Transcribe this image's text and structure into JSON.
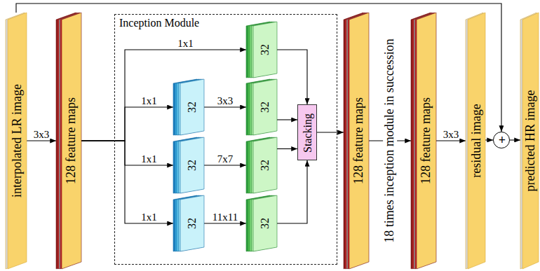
{
  "diagram": {
    "nodes": [
      {
        "text": [
          "interpolated LR image"
        ]
      },
      {
        "text": [
          "128 feature maps"
        ]
      },
      {
        "text": [
          "Inception Module"
        ]
      },
      {
        "text": [
          "32"
        ],
        "in": 2
      },
      {
        "text": [
          "32"
        ],
        "in": 2
      },
      {
        "text": [
          "32"
        ],
        "in": 2
      },
      {
        "text": [
          "32"
        ],
        "in": 2
      },
      {
        "text": [
          "32"
        ],
        "in": 2
      },
      {
        "text": [
          "32"
        ],
        "in": 2
      },
      {
        "text": [
          "32"
        ],
        "in": 2
      },
      {
        "text": [
          "Stacking"
        ],
        "in": 2
      },
      {
        "text": [
          "128 feature maps"
        ]
      },
      {
        "text": [
          "128 feature maps"
        ]
      },
      {
        "text": [
          "residual image"
        ]
      },
      {
        "text": [
          "+"
        ]
      },
      {
        "text": [
          "predicted HR image"
        ]
      }
    ],
    "edges": [
      {
        "from": 0,
        "to": 1,
        "label": "3x3",
        "arrow": "to"
      },
      {
        "from": 1,
        "to": 3,
        "label": "1x1",
        "arrow": "to"
      },
      {
        "from": 1,
        "to": 4,
        "label": "1x1",
        "arrow": "to"
      },
      {
        "from": 1,
        "to": 6,
        "label": "1x1",
        "arrow": "to"
      },
      {
        "from": 1,
        "to": 8,
        "label": "1x1",
        "arrow": "to"
      },
      {
        "from": 4,
        "to": 5,
        "label": "3x3",
        "arrow": "to"
      },
      {
        "from": 6,
        "to": 7,
        "label": "7x7",
        "arrow": "to"
      },
      {
        "from": 8,
        "to": 9,
        "label": "11x11",
        "arrow": "to"
      },
      {
        "from": 3,
        "to": 10,
        "arrow": "to"
      },
      {
        "from": 5,
        "to": 10,
        "arrow": "to"
      },
      {
        "from": 7,
        "to": 10,
        "arrow": "to"
      },
      {
        "from": 9,
        "to": 10,
        "arrow": "to"
      },
      {
        "from": 10,
        "to": 11,
        "arrow": "to"
      },
      {
        "from": 11,
        "to": 12,
        "label": "18 times inception module in succession",
        "arrow": "to"
      },
      {
        "from": 12,
        "to": 13,
        "label": "3x3",
        "arrow": "to"
      },
      {
        "from": 13,
        "to": 14,
        "arrow": "to"
      },
      {
        "from": 0,
        "to": 14,
        "arrow": "to"
      },
      {
        "from": 14,
        "to": 15,
        "arrow": "to"
      }
    ]
  }
}
